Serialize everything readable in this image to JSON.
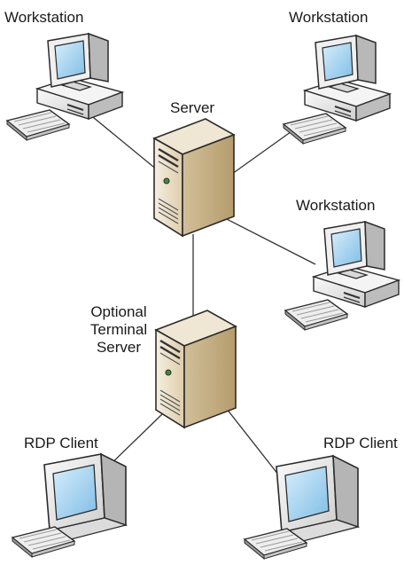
{
  "labels": {
    "workstation_top_left": "Workstation",
    "workstation_top_right": "Workstation",
    "server": "Server",
    "workstation_right": "Workstation",
    "terminal_server_line1": "Optional",
    "terminal_server_line2": "Terminal",
    "terminal_server_line3": "Server",
    "rdp_client_left": "RDP Client",
    "rdp_client_right": "RDP Client"
  },
  "colors": {
    "server_body": "#e8dcc4",
    "server_side": "#c9b48e",
    "device_body": "#f0f0f0",
    "screen": "#a9d4ef",
    "line": "#333333"
  },
  "icons": [
    "workstation-icon",
    "server-icon",
    "rdp-client-icon",
    "keyboard-icon"
  ]
}
